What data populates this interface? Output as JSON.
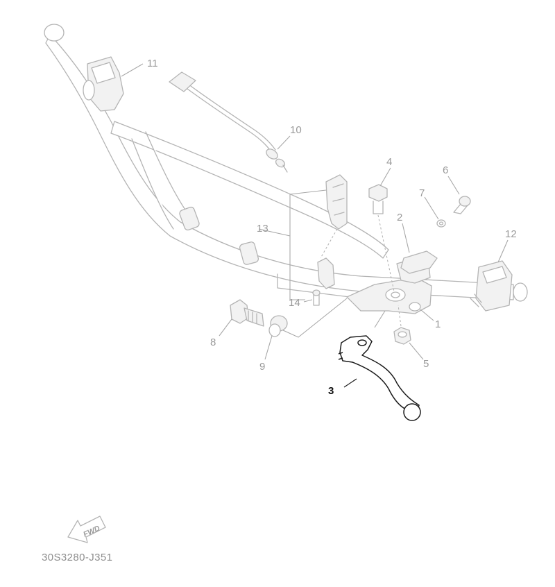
{
  "diagram": {
    "part_code": "30S3280-J351",
    "direction_label": "FWD",
    "highlighted_callout": "3",
    "colors": {
      "ghost": "#b4b4b4",
      "highlight": "#1a1a1a",
      "background": "#ffffff"
    },
    "callouts": [
      {
        "id": "1",
        "label": "1"
      },
      {
        "id": "2",
        "label": "2"
      },
      {
        "id": "3",
        "label": "3"
      },
      {
        "id": "4",
        "label": "4"
      },
      {
        "id": "5",
        "label": "5"
      },
      {
        "id": "6",
        "label": "6"
      },
      {
        "id": "7",
        "label": "7"
      },
      {
        "id": "8",
        "label": "8"
      },
      {
        "id": "9",
        "label": "9"
      },
      {
        "id": "10",
        "label": "10"
      },
      {
        "id": "11",
        "label": "11"
      },
      {
        "id": "12",
        "label": "12"
      },
      {
        "id": "13",
        "label": "13"
      },
      {
        "id": "14",
        "label": "14"
      }
    ]
  }
}
